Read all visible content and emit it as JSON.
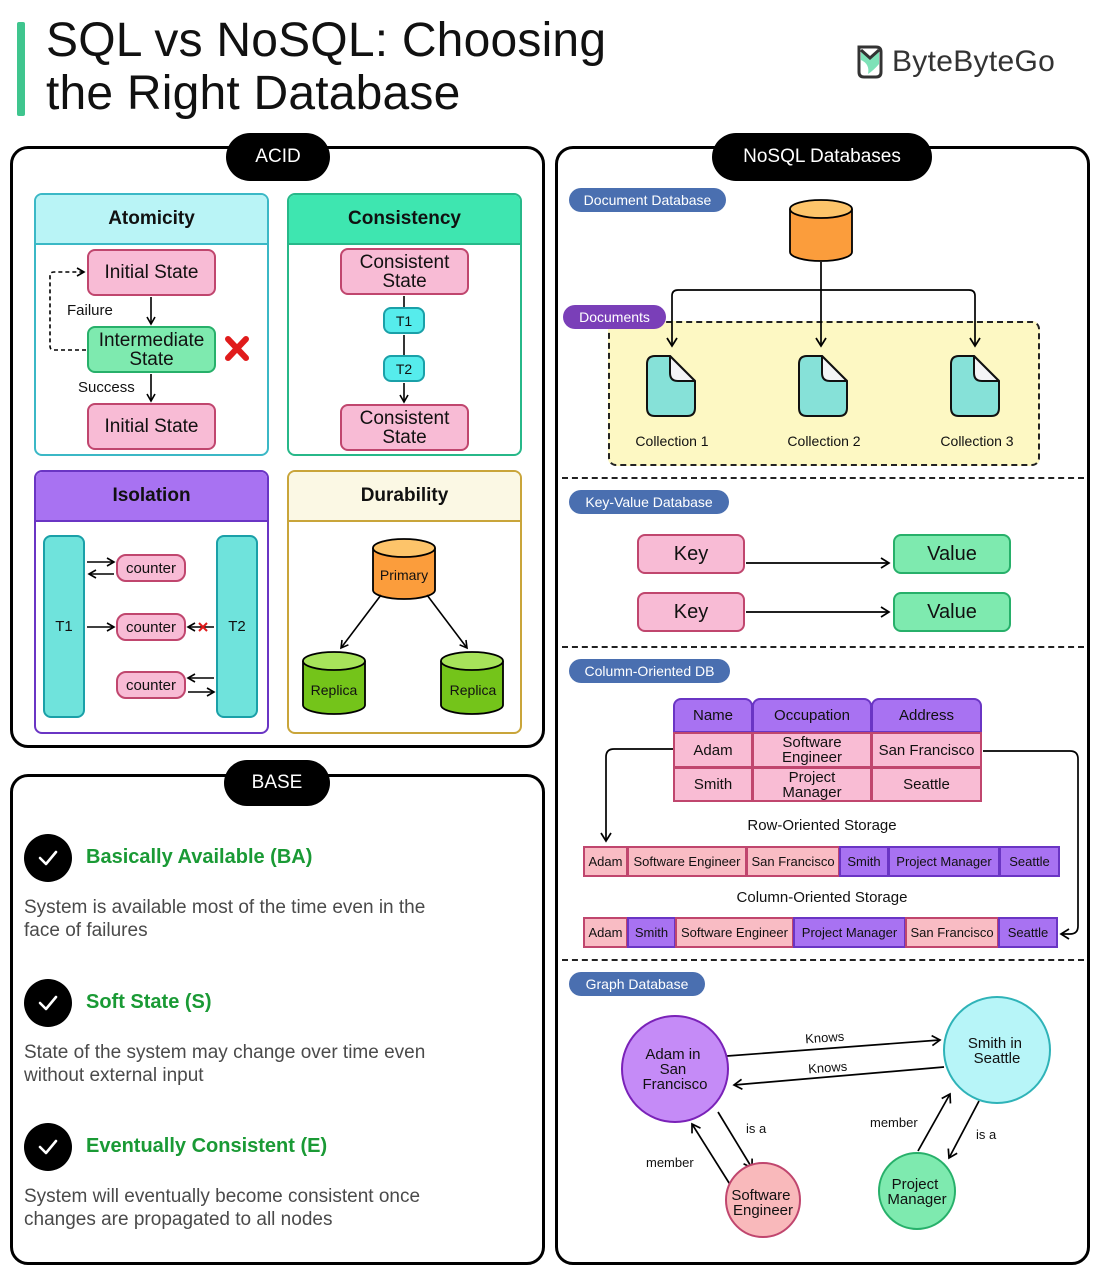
{
  "header": {
    "title_line1": "SQL vs NoSQL: Choosing",
    "title_line2": "the Right Database",
    "brand": "ByteByteGo",
    "accent_color": "#3fc58e"
  },
  "acid": {
    "label": "ACID",
    "atomicity": {
      "title": "Atomicity",
      "initial_state": "Initial State",
      "intermediate_state_line1": "Intermediate",
      "intermediate_state_line2": "State",
      "final_state": "Initial State",
      "failure_label": "Failure",
      "success_label": "Success",
      "fail_icon": "red-x-icon"
    },
    "consistency": {
      "title": "Consistency",
      "state_top_line1": "Consistent",
      "state_top_line2": "State",
      "t1": "T1",
      "t2": "T2",
      "state_bottom_line1": "Consistent",
      "state_bottom_line2": "State"
    },
    "isolation": {
      "title": "Isolation",
      "t1": "T1",
      "t2": "T2",
      "counters": [
        "counter",
        "counter",
        "counter"
      ]
    },
    "durability": {
      "title": "Durability",
      "primary": "Primary",
      "replicas": [
        "Replica",
        "Replica"
      ]
    }
  },
  "base": {
    "label": "BASE",
    "items": [
      {
        "title": "Basically Available (BA)",
        "desc_line1": "System is available most of the time even in the",
        "desc_line2": "face of failures"
      },
      {
        "title": "Soft State (S)",
        "desc_line1": "State of the system may change over time even",
        "desc_line2": "without external input"
      },
      {
        "title": "Eventually Consistent (E)",
        "desc_line1": "System will eventually become consistent once",
        "desc_line2": "changes are propagated to all nodes"
      }
    ]
  },
  "nosql": {
    "label": "NoSQL Databases",
    "document": {
      "tag": "Document Database",
      "documents_tag": "Documents",
      "collections": [
        "Collection 1",
        "Collection 2",
        "Collection 3"
      ]
    },
    "key_value": {
      "tag": "Key-Value Database",
      "pairs": [
        {
          "key": "Key",
          "value": "Value"
        },
        {
          "key": "Key",
          "value": "Value"
        }
      ]
    },
    "column": {
      "tag": "Column-Oriented DB",
      "headers": [
        "Name",
        "Occupation",
        "Address"
      ],
      "rows": [
        {
          "name": "Adam",
          "occ1": "Software",
          "occ2": "Engineer",
          "address": "San Francisco"
        },
        {
          "name": "Smith",
          "occ1": "Project",
          "occ2": "Manager",
          "address": "Seattle"
        }
      ],
      "row_storage_label": "Row-Oriented Storage",
      "row_storage": [
        "Adam",
        "Software Engineer",
        "San Francisco",
        "Smith",
        "Project Manager",
        "Seattle"
      ],
      "column_storage_label": "Column-Oriented Storage",
      "column_storage": [
        "Adam",
        "Smith",
        "Software Engineer",
        "Project Manager",
        "San Francisco",
        "Seattle"
      ]
    },
    "graph": {
      "tag": "Graph Database",
      "nodes": {
        "adam": [
          "Adam in",
          "San",
          "Francisco"
        ],
        "smith": [
          "Smith in",
          "Seattle"
        ],
        "software_engineer": [
          "Software",
          "Engineer"
        ],
        "project_manager": [
          "Project",
          "Manager"
        ]
      },
      "edges": {
        "knows_1": "Knows",
        "knows_2": "Knows",
        "is_a_1": "is a",
        "member_1": "member",
        "member_2": "member",
        "is_a_2": "is a"
      }
    }
  }
}
